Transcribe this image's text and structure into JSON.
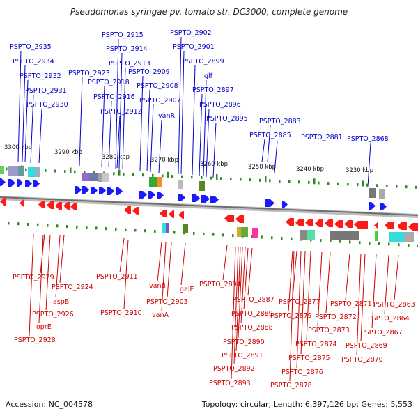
{
  "title": "Pseudomonas syringae pv. tomato str. DC3000, complete genome",
  "footer": {
    "accession": "Accession: NC_004578",
    "summary": "Topology: circular; Length: 6,397,126 bp; Genes: 5,553"
  },
  "colors": {
    "forward_gene": "#1a1aff",
    "reverse_gene": "#ff1a1a",
    "tick": "#2e8b1f",
    "label_blue": "#0000cc",
    "label_red": "#cc0000",
    "backbone": "#8a8a8a"
  },
  "kbp_labels": [
    "3300 kbp",
    "3290 kbp",
    "3280 kbp",
    "3270 kbp",
    "3260 kbp",
    "3250 kbp",
    "3240 kbp",
    "3230 kbp"
  ],
  "top_labels": [
    "PSPTO_2935",
    "PSPTO_2934",
    "PSPTO_2932",
    "PSPTO_2931",
    "PSPTO_2930",
    "PSPTO_2923",
    "PSPTO_2918",
    "PSPTO_2916",
    "PSPTO_2912",
    "PSPTO_2915",
    "PSPTO_2914",
    "PSPTO_2913",
    "PSPTO_2909",
    "PSPTO_2908",
    "PSPTO_2907",
    "vanR",
    "PSPTO_2902",
    "PSPTO_2901",
    "PSPTO_2899",
    "glf",
    "PSPTO_2897",
    "PSPTO_2896",
    "PSPTO_2895",
    "PSPTO_2883",
    "PSPTO_2885",
    "PSPTO_2881",
    "PSPTO_2868"
  ],
  "bottom_labels": [
    "PSPTO_2929",
    "PSPTO_2924",
    "aspB",
    "PSPTO_2926",
    "oprE",
    "PSPTO_2928",
    "PSPTO_2911",
    "PSPTO_2910",
    "vanB",
    "PSPTO_2903",
    "vanA",
    "galE",
    "PSPTO_2894",
    "PSPTO_2887",
    "PSPTO_2889",
    "PSPTO_2888",
    "PSPTO_2890",
    "PSPTO_2891",
    "PSPTO_2892",
    "PSPTO_2893",
    "PSPTO_2877",
    "PSPTO_2879",
    "PSPTO_2872",
    "PSPTO_2873",
    "PSPTO_2874",
    "PSPTO_2875",
    "PSPTO_2876",
    "PSPTO_2878",
    "PSPTO_2871",
    "PSPTO_2863",
    "PSPTO_2864",
    "PSPTO_2867",
    "PSPTO_2869",
    "PSPTO_2870"
  ]
}
